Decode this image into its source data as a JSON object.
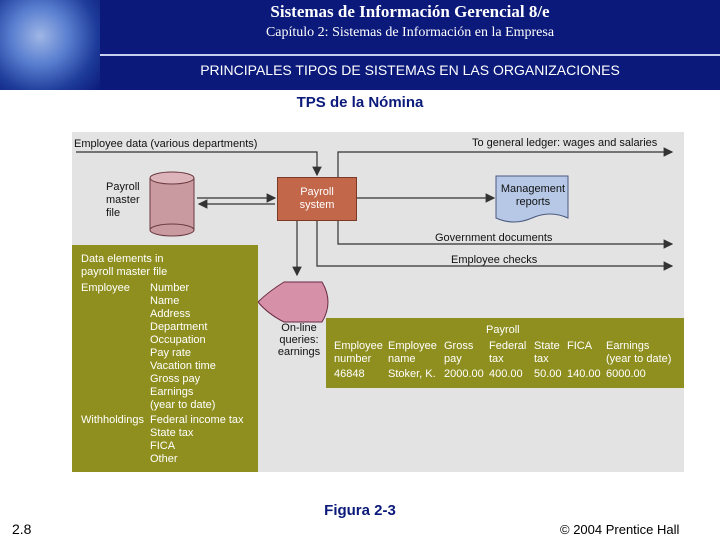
{
  "header": {
    "title": "Sistemas de Información Gerencial 8/e",
    "subtitle": "Capítulo 2: Sistemas de Información en la Empresa",
    "section": "PRINCIPALES TIPOS DE SISTEMAS EN LAS ORGANIZACIONES"
  },
  "diagram": {
    "heading": "TPS de la Nómina",
    "employee_data": "Employee data (various departments)",
    "to_ledger": "To general ledger: wages and salaries",
    "master_file": [
      "Payroll",
      "master",
      "file"
    ],
    "payroll_system": [
      "Payroll",
      "system"
    ],
    "management_reports": [
      "Management",
      "reports"
    ],
    "government_documents": "Government documents",
    "employee_checks": "Employee checks",
    "queries": [
      "On-line",
      "queries:",
      "earnings"
    ],
    "data_elements_title": [
      "Data elements in",
      "payroll master file"
    ],
    "employee_label": "Employee",
    "employee_fields": [
      "Number",
      "Name",
      "Address",
      "Department",
      "Occupation",
      "Pay rate",
      "Vacation time",
      "Gross pay",
      "Earnings",
      "(year to date)"
    ],
    "withholdings_label": "Withholdings",
    "withholding_fields": [
      "Federal income tax",
      "State tax",
      "FICA",
      "Other"
    ],
    "payroll_table": {
      "title": "Payroll",
      "headers_row1": [
        "Employee",
        "Employee",
        "Gross",
        "Federal",
        "State",
        "FICA",
        "Earnings"
      ],
      "headers_row2": [
        "number",
        "name",
        "pay",
        "tax",
        "tax",
        "",
        "(year to date)"
      ],
      "values": [
        "46848",
        "Stoker, K.",
        "2000.00",
        "400.00",
        "50.00",
        "140.00",
        "6000.00"
      ]
    }
  },
  "footer": {
    "slide_number": "2.8",
    "figure": "Figura 2-3",
    "copyright": "© 2004 Prentice Hall"
  },
  "colors": {
    "header_bg": "#0b1a7a",
    "olive": "#8f8f1f",
    "payroll_system": "#c2674a"
  }
}
